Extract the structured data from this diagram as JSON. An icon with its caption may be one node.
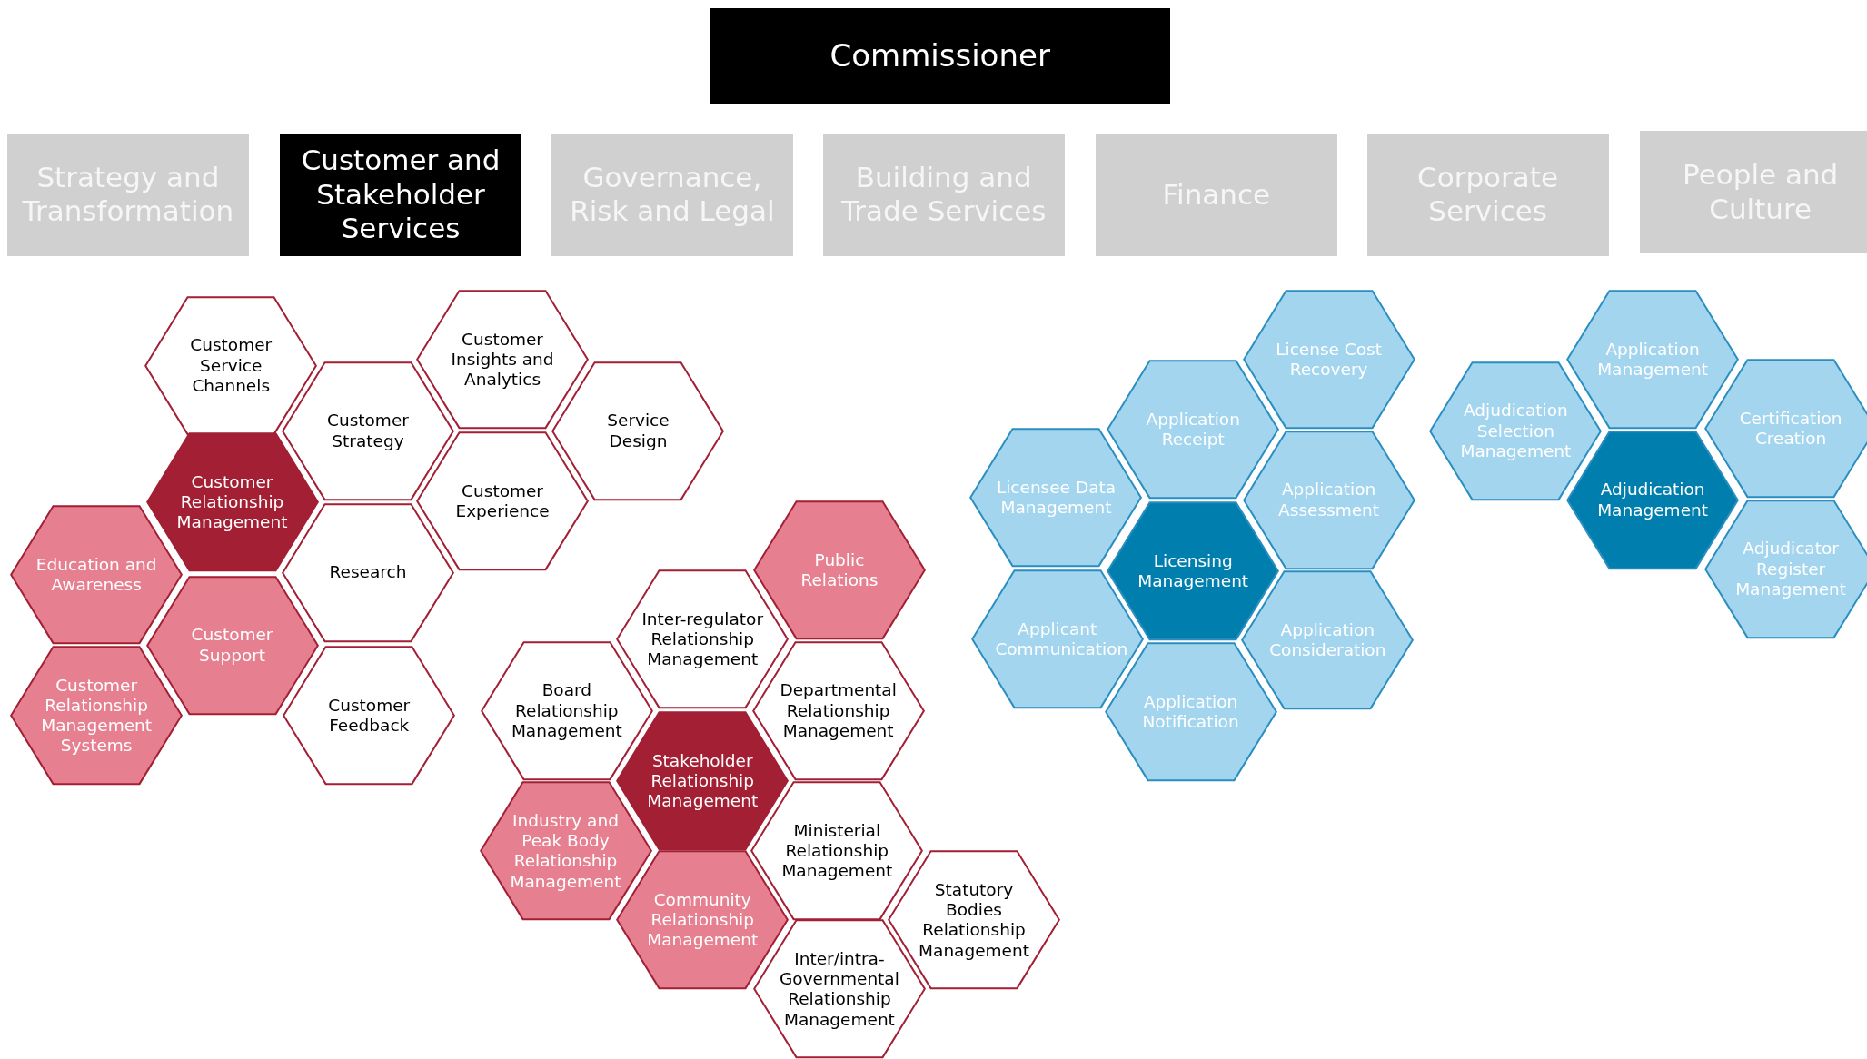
{
  "diagram": {
    "nodes": [
      {
        "text": [
          "Commissioner"
        ]
      },
      {
        "text": [
          "Strategy and Transformation"
        ]
      },
      {
        "text": [
          "Customer and Stakeholder Services"
        ]
      },
      {
        "text": [
          "Governance, Risk and Legal"
        ]
      },
      {
        "text": [
          "Building and Trade Services"
        ]
      },
      {
        "text": [
          "Finance"
        ]
      },
      {
        "text": [
          "Corporate Services"
        ]
      },
      {
        "text": [
          "People and Culture"
        ]
      },
      {
        "text": [
          "Customer Service Channels"
        ]
      },
      {
        "text": [
          "Customer Insights and Analytics"
        ]
      },
      {
        "text": [
          "Customer Strategy"
        ]
      },
      {
        "text": [
          "Service Design"
        ]
      },
      {
        "text": [
          "Customer Relationship Management"
        ]
      },
      {
        "text": [
          "Customer Experience"
        ]
      },
      {
        "text": [
          "Education and Awareness"
        ]
      },
      {
        "text": [
          "Research"
        ]
      },
      {
        "text": [
          "Customer Support"
        ]
      },
      {
        "text": [
          "Customer Relationship Management Systems"
        ]
      },
      {
        "text": [
          "Customer Feedback"
        ]
      },
      {
        "text": [
          "Public Relations"
        ]
      },
      {
        "text": [
          "Inter-regulator Relationship Management"
        ]
      },
      {
        "text": [
          "Board Relationship Management"
        ]
      },
      {
        "text": [
          "Departmental Relationship Management"
        ]
      },
      {
        "text": [
          "Stakeholder Relationship Management"
        ]
      },
      {
        "text": [
          "Industry and Peak Body Relationship Management"
        ]
      },
      {
        "text": [
          "Ministerial Relationship Management"
        ]
      },
      {
        "text": [
          "Statutory Bodies Relationship Management"
        ]
      },
      {
        "text": [
          "Community Relationship Management"
        ]
      },
      {
        "text": [
          "Inter/intra-Governmental Relationship Management"
        ]
      },
      {
        "text": [
          "License Cost Recovery"
        ]
      },
      {
        "text": [
          "Application Receipt"
        ]
      },
      {
        "text": [
          "Licensee Data Management"
        ]
      },
      {
        "text": [
          "Application Assessment"
        ]
      },
      {
        "text": [
          "Licensing Management"
        ]
      },
      {
        "text": [
          "Applicant Communication"
        ]
      },
      {
        "text": [
          "Application Consideration"
        ]
      },
      {
        "text": [
          "Application Notification"
        ]
      },
      {
        "text": [
          "Application Management"
        ]
      },
      {
        "text": [
          "Adjudication Selection Management"
        ]
      },
      {
        "text": [
          "Certification Creation"
        ]
      },
      {
        "text": [
          "Adjudication Management"
        ]
      },
      {
        "text": [
          "Adjudicator Register Management"
        ]
      }
    ]
  }
}
